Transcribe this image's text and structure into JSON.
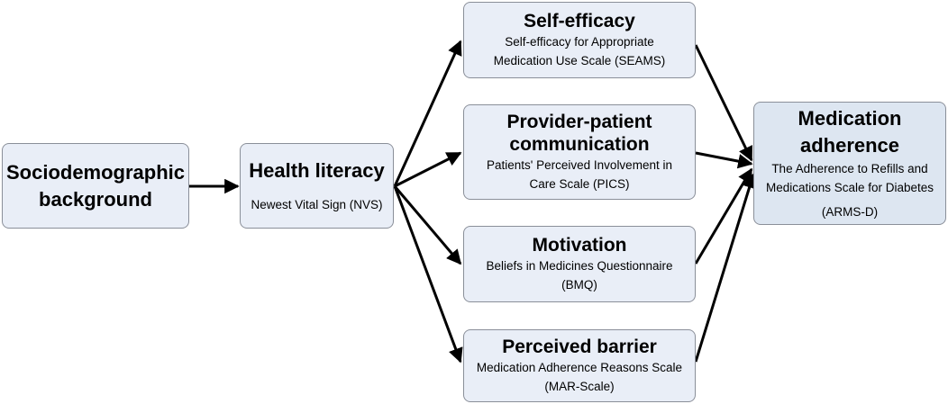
{
  "diagram": {
    "sociodemographic": {
      "title": "Sociodemographic background"
    },
    "health_literacy": {
      "title": "Health literacy",
      "scale": "Newest Vital Sign (NVS)"
    },
    "self_efficacy": {
      "title": "Self-efficacy",
      "scale_line1": "Self-efficacy for Appropriate",
      "scale_line2": "Medication Use Scale (SEAMS)"
    },
    "provider_patient": {
      "title_line1": "Provider-patient",
      "title_line2": "communication",
      "scale_line1": "Patients' Perceived Involvement in",
      "scale_line2": "Care Scale (PICS)"
    },
    "motivation": {
      "title": "Motivation",
      "scale_line1": "Beliefs in Medicines Questionnaire",
      "scale_line2": "(BMQ)"
    },
    "perceived_barrier": {
      "title": "Perceived barrier",
      "scale_line1": "Medication Adherence Reasons Scale",
      "scale_line2": "(MAR-Scale)"
    },
    "medication_adherence": {
      "title_line1": "Medication",
      "title_line2": "adherence",
      "scale_line1": "The Adherence to Refills and",
      "scale_line2": "Medications Scale for Diabetes",
      "scale_line3": "(ARMS-D)"
    }
  },
  "colors": {
    "box_fill": "#e9eef7",
    "outcome_fill": "#dde6f1",
    "box_border": "#8a8f99",
    "arrow": "#000000"
  }
}
